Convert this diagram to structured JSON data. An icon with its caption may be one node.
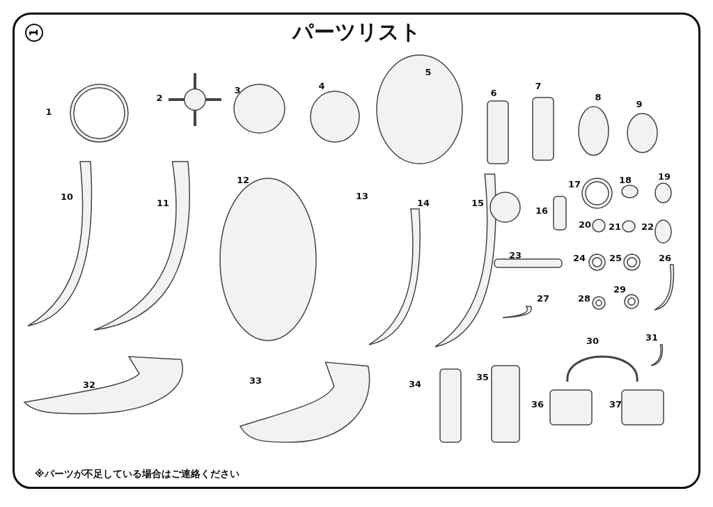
{
  "diagram": {
    "title": "パーツリスト",
    "labels": [
      "1",
      "1",
      "2",
      "3",
      "4",
      "5",
      "6",
      "7",
      "8",
      "9",
      "10",
      "11",
      "12",
      "13",
      "14",
      "15",
      "16",
      "17",
      "18",
      "19",
      "20",
      "21",
      "22",
      "23",
      "24",
      "25",
      "26",
      "27",
      "28",
      "29",
      "30",
      "31",
      "32",
      "33",
      "34",
      "35",
      "36",
      "37",
      "※パーツが不足している場合はご連絡ください"
    ]
  }
}
